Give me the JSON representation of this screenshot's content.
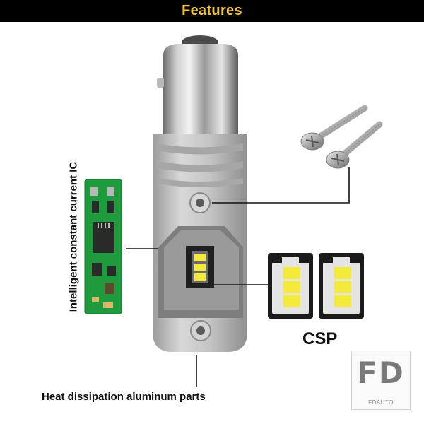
{
  "header": {
    "title": "Features"
  },
  "labels": {
    "ic": "Intelligent constant current IC",
    "csp": "CSP",
    "heat": "Heat dissipation aluminum parts"
  },
  "logo": {
    "mark": "FD",
    "sub": "FDAUTO"
  },
  "colors": {
    "header_bg": "#000000",
    "header_text": "#f2c43a",
    "pcb_green": "#1f9a3c",
    "led_yellow": "#f3ea3a"
  },
  "icons": [
    "screw-icon",
    "bulb-icon",
    "pcb-icon",
    "csp-chip-icon",
    "logo-mark"
  ]
}
